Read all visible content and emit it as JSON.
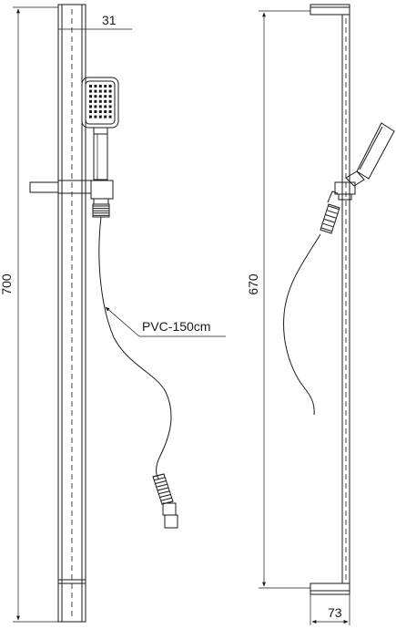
{
  "dimensions": {
    "rail_length_front": "700",
    "rail_length_side": "670",
    "rail_width": "31",
    "rail_depth": "73"
  },
  "annotations": {
    "hose_label": "PVC-150cm"
  }
}
